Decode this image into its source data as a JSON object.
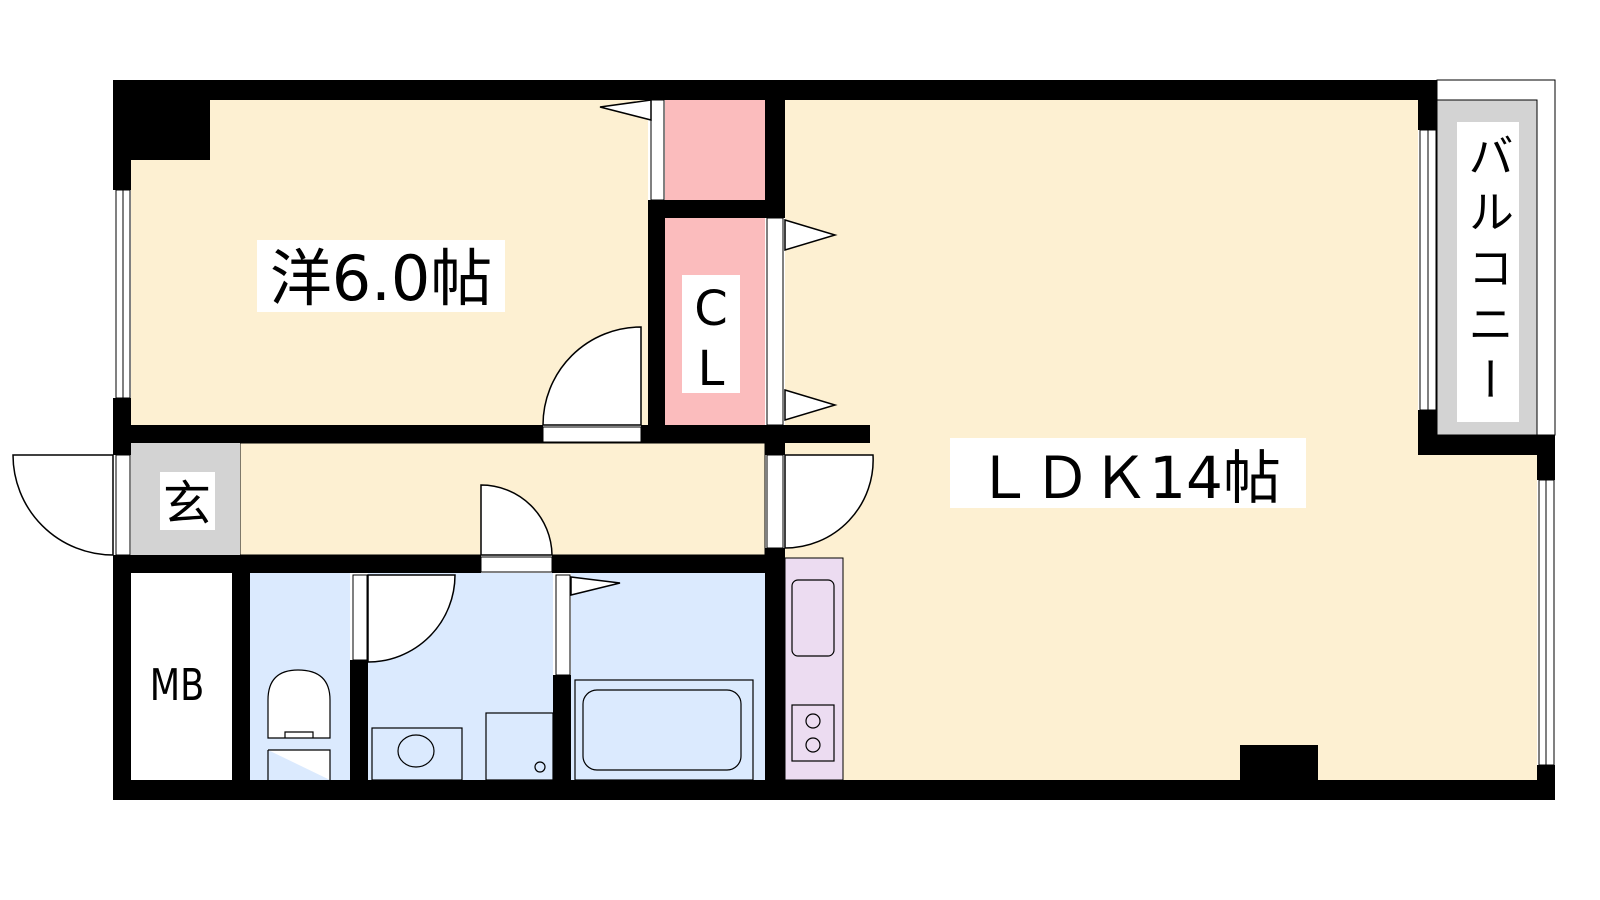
{
  "rooms": {
    "bedroom": {
      "label": "洋6.0帖",
      "color": "#fdf0d2"
    },
    "closet": {
      "label_top": "C",
      "label_bottom": "L",
      "color": "#fbbcbd"
    },
    "ldk": {
      "label": "ＬＤＫ14帖",
      "color": "#fdf0d2"
    },
    "entrance": {
      "label": "玄",
      "color": "#d3d3d3"
    },
    "meter_box": {
      "label": "MB",
      "color": "#ffffff"
    },
    "balcony": {
      "label": "バルコニー",
      "chars": [
        "バ",
        "ル",
        "コ",
        "ニ",
        "ー"
      ],
      "color": "#d3d3d3"
    },
    "wet_area_color": "#dbeafe",
    "kitchen_color": "#ecdcf1"
  }
}
